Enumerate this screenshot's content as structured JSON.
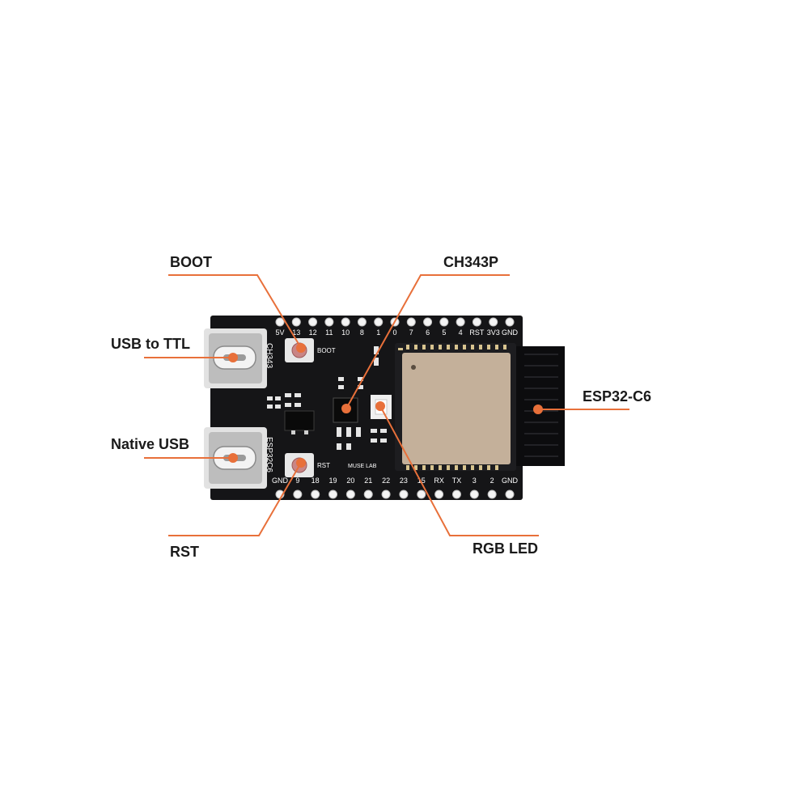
{
  "board": {
    "top_pins": [
      "5V",
      "13",
      "12",
      "11",
      "10",
      "8",
      "1",
      "0",
      "7",
      "6",
      "5",
      "4",
      "RST",
      "3V3",
      "GND"
    ],
    "bottom_pins": [
      "GND",
      "9",
      "18",
      "19",
      "20",
      "21",
      "22",
      "23",
      "15",
      "RX",
      "TX",
      "3",
      "2",
      "GND"
    ],
    "silk_boot": "BOOT",
    "silk_rst": "RST",
    "silk_ch343": "CH343",
    "silk_esp32c6": "ESP32C6",
    "silk_brand": "MUSE LAB"
  },
  "callouts": {
    "boot": "BOOT",
    "ch343p": "CH343P",
    "usb_ttl": "USB to TTL",
    "esp32c6": "ESP32-C6",
    "native_usb": "Native USB",
    "rst": "RST",
    "rgb_led": "RGB LED"
  },
  "colors": {
    "callout_line": "#e8703a",
    "pcb": "#151517",
    "module_shield": "#c4b09a",
    "usb_metal": "#cfcfcf"
  }
}
